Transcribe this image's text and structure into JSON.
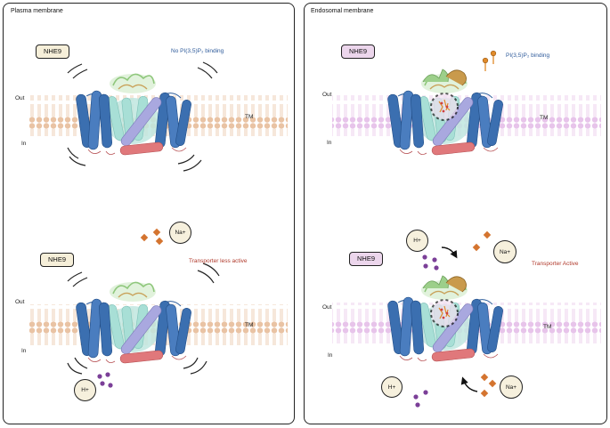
{
  "panels": {
    "left": {
      "title": "Plasma membrane",
      "top": {
        "protein_label": "NHE9",
        "binding_note": "No PI(3,5)P₂ binding",
        "out_label": "Out",
        "in_label": "In",
        "tm_label": "TM"
      },
      "bottom": {
        "protein_label": "NHE9",
        "status_note": "Transporter less active",
        "out_label": "Out",
        "in_label": "In",
        "tm_label": "TM",
        "ion_na": "Na+",
        "ion_h": "H+"
      }
    },
    "right": {
      "title": "Endosomal membrane",
      "top": {
        "protein_label": "NHE9",
        "binding_note": "PI(3,5)P₂ binding",
        "out_label": "Out",
        "in_label": "In",
        "tm_label": "TM"
      },
      "bottom": {
        "protein_label": "NHE9",
        "status_note": "Transporter Active",
        "out_label": "Out",
        "in_label": "In",
        "tm_label": "TM",
        "ion_h_top": "H+",
        "ion_na_top": "Na+",
        "ion_h_bottom": "H+",
        "ion_na_bottom": "Na+"
      }
    }
  },
  "colors": {
    "membrane_plasma": "#e9c3a4",
    "membrane_endosomal": "#e7c4ea",
    "helix_blue": "#3b6fb0",
    "helix_cyan": "#a8dfd6",
    "helix_lavender": "#a9a8df",
    "helix_salmon": "#e0787b",
    "domain_green": "#9ccf8a",
    "domain_brown": "#b88a3d",
    "lipid_orange": "#e08a2a",
    "sodium_diamond": "#d4742f",
    "proton_dot": "#7b3f98",
    "note_blue": "#2d5a9a",
    "note_red": "#b0392b"
  }
}
